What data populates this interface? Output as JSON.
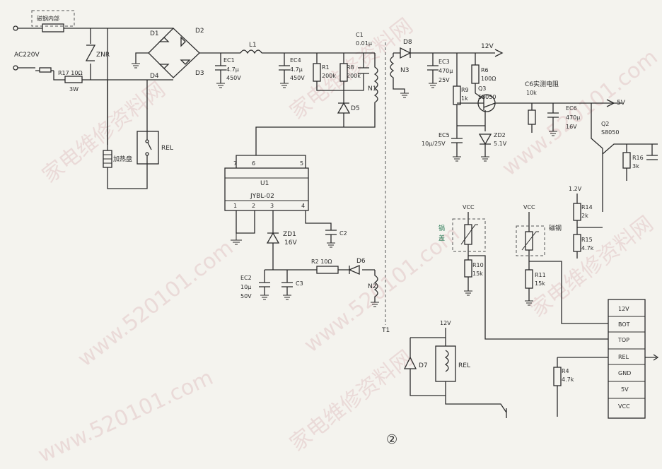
{
  "figure_number": "②",
  "watermark": {
    "text_cn": "家电维修资料网",
    "text_url": "www.520101.com"
  },
  "input": {
    "source": "AC220V",
    "fuse_label": "磁钢内部",
    "zener": "ZNR",
    "r17": "R17 10Ω",
    "r17_power": "3W",
    "relay_contact": "REL",
    "heater": "加热盘"
  },
  "bridge": {
    "d1": "D1",
    "d2": "D2",
    "d3": "D3",
    "d4": "D4"
  },
  "filter": {
    "ec1": [
      "EC1",
      "4.7μ",
      "450V"
    ],
    "l1": "L1",
    "ec4": [
      "EC4",
      "4.7μ",
      "450V"
    ],
    "r1": [
      "R1",
      "200k"
    ],
    "r8": [
      "R8",
      "200k"
    ],
    "c1": [
      "C1",
      "0.01μ"
    ],
    "d5": "D5",
    "n1": "N1"
  },
  "ic": {
    "name": "U1",
    "part": "JYBL-02",
    "pins_top": [
      "7",
      "6",
      "5"
    ],
    "pins_bottom": [
      "1",
      "2",
      "3",
      "4"
    ],
    "zd1": [
      "ZD1",
      "16V"
    ],
    "c2": "C2",
    "ec2": [
      "EC2",
      "10μ",
      "50V"
    ],
    "c3": "C3",
    "r2": "R2 10Ω",
    "d6": "D6",
    "n2": "N2",
    "t1": "T1"
  },
  "secondary": {
    "d8": "D8",
    "n3": "N3",
    "ec3": [
      "EC3",
      "470μ",
      "25V"
    ],
    "v12": "12V",
    "r6": [
      "R6",
      "100Ω"
    ],
    "r9": [
      "R9",
      "1k"
    ],
    "q3": [
      "Q3",
      "S8050"
    ],
    "ec5": [
      "EC5",
      "10μ/25V"
    ],
    "zd2": [
      "ZD2",
      "5.1V"
    ],
    "c6_note": "C6实测电阻",
    "c6_value": "10k",
    "ec6": [
      "EC6",
      "470μ",
      "16V"
    ],
    "v5": "5V",
    "q2": [
      "Q2",
      "S8050"
    ],
    "r16": [
      "R16",
      "3k"
    ]
  },
  "sensors": {
    "vcc": "VCC",
    "pot_label": "锅盖",
    "mag_label": "磁钢",
    "r10": [
      "R10",
      "15k"
    ],
    "r11": [
      "R11",
      "15k"
    ],
    "v1_2": "1.2V",
    "r14": [
      "R14",
      "2k"
    ],
    "r15": [
      "R15",
      "4.7k"
    ]
  },
  "relay": {
    "v12": "12V",
    "d7": "D7",
    "coil": "REL",
    "r4": [
      "R4",
      "4.7k"
    ]
  },
  "connector": {
    "pins": [
      "12V",
      "BOT",
      "TOP",
      "REL",
      "GND",
      "5V",
      "VCC"
    ]
  }
}
